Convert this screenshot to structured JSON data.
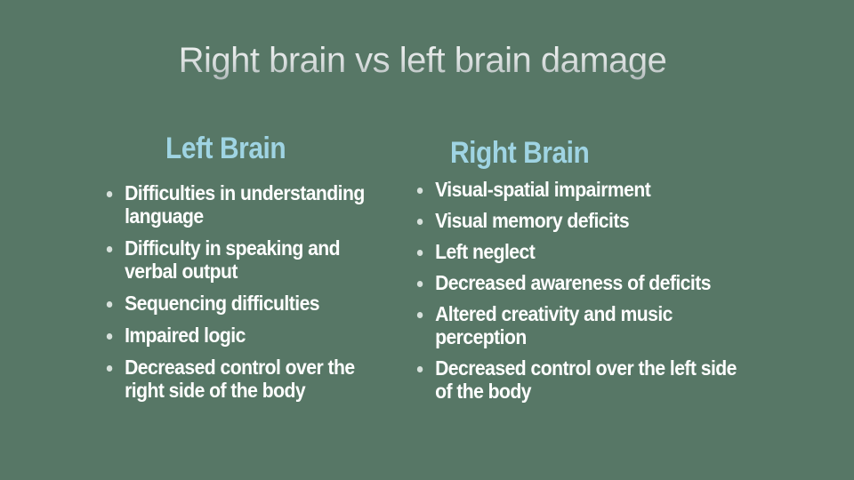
{
  "title": "Right brain vs left brain damage",
  "left": {
    "heading": "Left Brain",
    "items": [
      "Difficulties in understanding language",
      "Difficulty in speaking and verbal output",
      "Sequencing difficulties",
      "Impaired logic",
      "Decreased control over the right side of the body"
    ]
  },
  "right": {
    "heading": "Right Brain",
    "items": [
      "Visual-spatial impairment",
      "Visual memory deficits",
      "Left neglect",
      "Decreased awareness of deficits",
      "Altered creativity and music perception",
      "Decreased control over the left side of the body"
    ]
  },
  "colors": {
    "background": "#577766",
    "heading": "#9fd4e3",
    "body_text": "#ffffff"
  }
}
